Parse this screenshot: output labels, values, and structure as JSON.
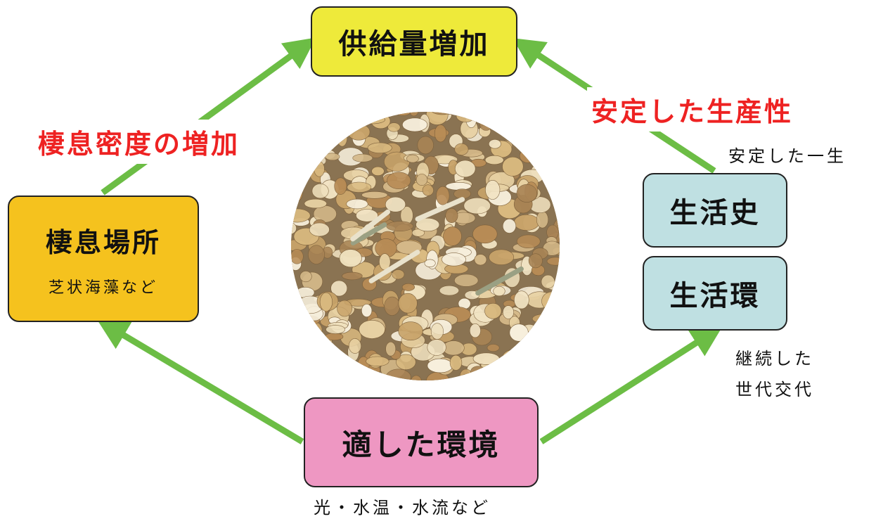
{
  "boxes": {
    "supply": {
      "title": "供給量増加",
      "color": "#eeea3a"
    },
    "habitat": {
      "title": "棲息場所",
      "subtitle": "芝状海藻など",
      "color": "#f5c21e"
    },
    "environment": {
      "title": "適した環境",
      "color": "#ee97c2"
    },
    "life_history": {
      "title": "生活史",
      "color": "#bfe0e2"
    },
    "life_cycle": {
      "title": "生活環",
      "color": "#bfe0e2"
    }
  },
  "labels": {
    "density_increase": "棲息密度の増加",
    "stable_productivity": "安定した生産性"
  },
  "notes": {
    "stable_lifetime": "安定した一生",
    "generation_line1": "継続した",
    "generation_line2": "世代交代",
    "env_factors": "光・水温・水流など"
  },
  "colors": {
    "arrow": "#6cbd45",
    "label_red": "#ee2222"
  },
  "center_image": {
    "subject": "foraminifera-sand-photo"
  }
}
